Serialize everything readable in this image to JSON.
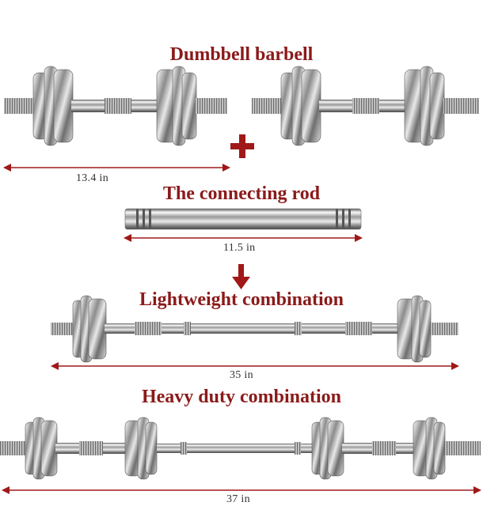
{
  "titles": {
    "dumbbell": "Dumbbell barbell",
    "rod": "The connecting rod",
    "light": "Lightweight combination",
    "heavy": "Heavy duty combination"
  },
  "dimensions": {
    "dumbbell": "13.4 in",
    "rod": "11.5 in",
    "light": "35 in",
    "heavy": "37 in"
  },
  "colors": {
    "accent": "#8b1a1a",
    "arrow": "#a01818",
    "chrome_light": "#f4f4f4",
    "chrome_dark": "#6a6a6a"
  },
  "icons": {
    "plus": "plus-icon",
    "down_arrow": "down-arrow-icon"
  }
}
